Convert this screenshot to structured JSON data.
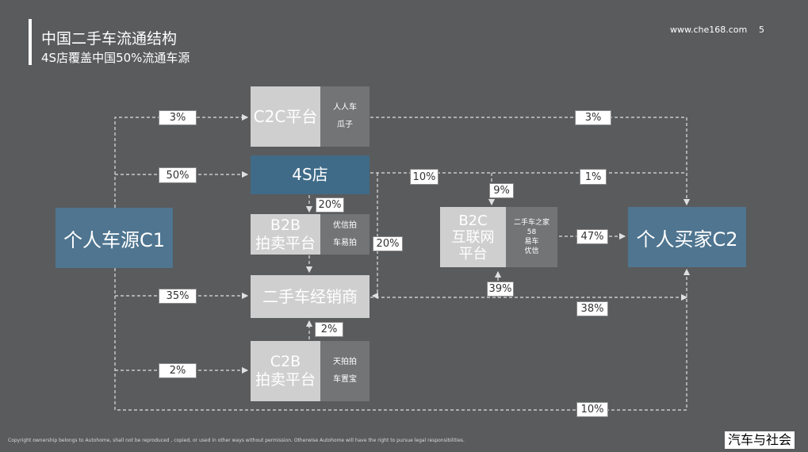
{
  "header": {
    "title": "中国二手车流通结构",
    "subtitle": "4S店覆盖中国50%流通车源",
    "site": "www.che168.com",
    "page": "5"
  },
  "nodes": {
    "source": "个人车源C1",
    "buyer": "个人买家C2",
    "c2c": {
      "label": "C2C平台",
      "sub": [
        "人人车",
        "瓜子"
      ]
    },
    "fours": "4S店",
    "b2b": {
      "label_line1": "B2B",
      "label_line2": "拍卖平台",
      "sub": [
        "优信拍",
        "车易拍"
      ]
    },
    "dealer": "二手车经销商",
    "c2b": {
      "label_line1": "C2B",
      "label_line2": "拍卖平台",
      "sub": [
        "天拍拍",
        "车置宝"
      ]
    },
    "b2c": {
      "label_line1": "B2C",
      "label_line2": "互联网",
      "label_line3": "平台",
      "sub": [
        "二手车之家",
        "58",
        "易车",
        "优信"
      ]
    }
  },
  "flows": {
    "src_c2c": "3%",
    "c2c_buyer": "3%",
    "src_4s": "50%",
    "fours_b2c": "10%",
    "fours_buyer": "1%",
    "fours_b2b": "20%",
    "fours_dealer": "20%",
    "b2c_top": "9%",
    "b2c_buyer": "47%",
    "b2c_bottom": "39%",
    "src_dealer": "35%",
    "dealer_buyer": "38%",
    "c2b_dealer": "2%",
    "src_c2b": "2%",
    "src_buyer": "10%"
  },
  "footer": {
    "copyright": "Copyright ownership belongs to Autohome, shall not be reproduced , copied, or used in other ways without permission. Otherwise Autohome will have the right to pursue legal responsibilities.",
    "brand": "汽车与社会"
  }
}
